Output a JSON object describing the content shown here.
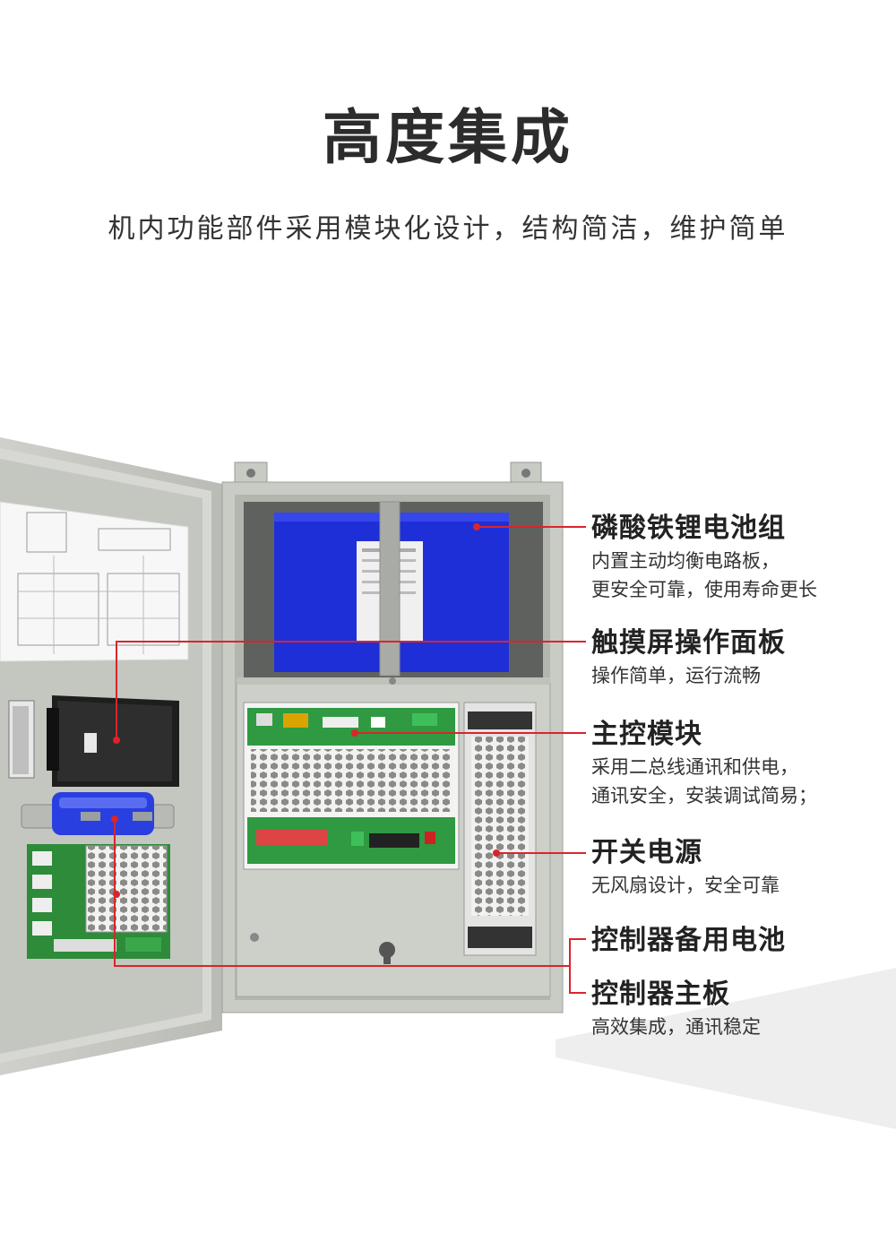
{
  "header": {
    "title": "高度集成",
    "subtitle": "机内功能部件采用模块化设计，结构简洁，维护简单"
  },
  "callouts": [
    {
      "title": "磷酸铁锂电池组",
      "lines": [
        "内置主动均衡电路板，",
        "更安全可靠，使用寿命更长"
      ]
    },
    {
      "title": "触摸屏操作面板",
      "lines": [
        "操作简单，运行流畅"
      ]
    },
    {
      "title": "主控模块",
      "lines": [
        "采用二总线通讯和供电，",
        "通讯安全，安装调试简易；"
      ]
    },
    {
      "title": "开关电源",
      "lines": [
        "无风扇设计，安全可靠"
      ]
    },
    {
      "title": "控制器备用电池",
      "lines": []
    },
    {
      "title": "控制器主板",
      "lines": [
        "高效集成，通讯稳定"
      ]
    }
  ],
  "colors": {
    "accent_line": "#d9252b",
    "cabinet": "#c9cbc5",
    "battery_blue": "#1f2fd8",
    "pcb_green": "#2e8b3a"
  }
}
